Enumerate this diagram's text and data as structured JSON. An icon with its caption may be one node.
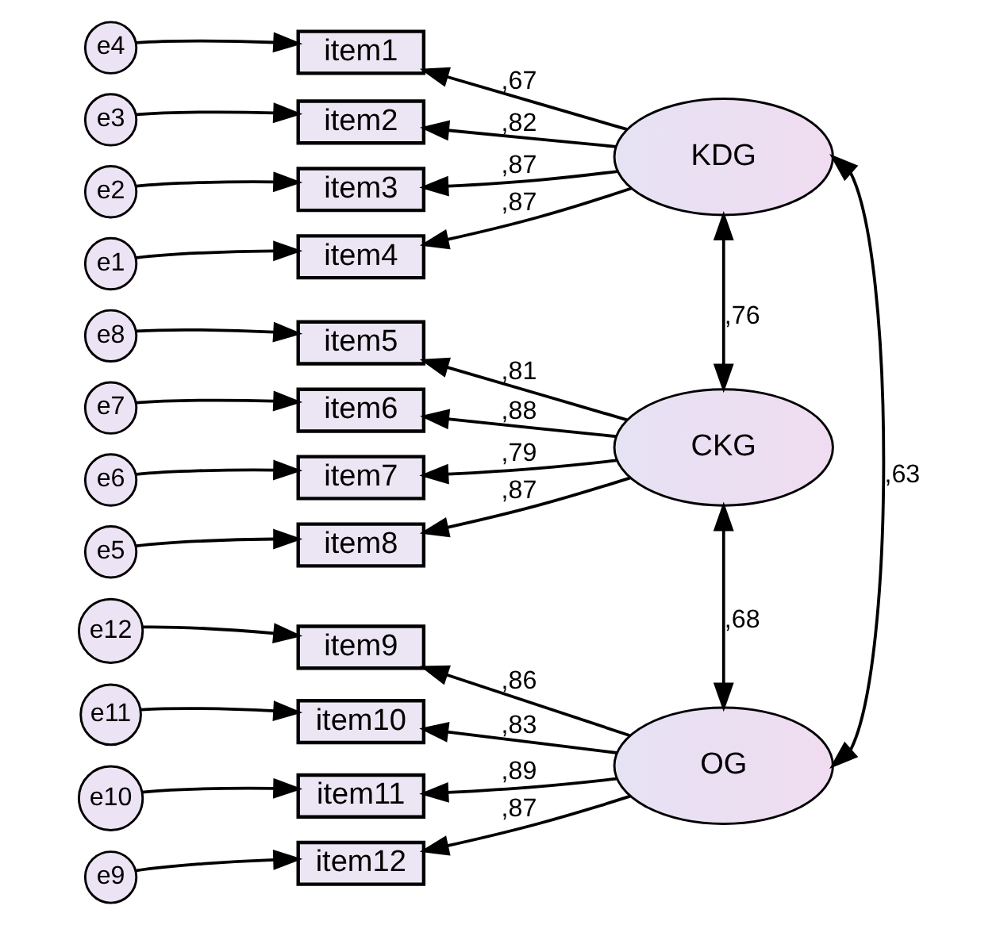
{
  "diagram": {
    "nodes": [
      {
        "text": [
          "e4"
        ]
      },
      {
        "text": [
          "item1"
        ]
      },
      {
        "text": [
          "e3"
        ]
      },
      {
        "text": [
          "item2"
        ]
      },
      {
        "text": [
          "e2"
        ]
      },
      {
        "text": [
          "item3"
        ]
      },
      {
        "text": [
          "e1"
        ]
      },
      {
        "text": [
          "item4"
        ]
      },
      {
        "text": [
          "KDG"
        ]
      },
      {
        "text": [
          "e8"
        ]
      },
      {
        "text": [
          "item5"
        ]
      },
      {
        "text": [
          "e7"
        ]
      },
      {
        "text": [
          "item6"
        ]
      },
      {
        "text": [
          "e6"
        ]
      },
      {
        "text": [
          "item7"
        ]
      },
      {
        "text": [
          "e5"
        ]
      },
      {
        "text": [
          "item8"
        ]
      },
      {
        "text": [
          "CKG"
        ]
      },
      {
        "text": [
          "e12"
        ]
      },
      {
        "text": [
          "item9"
        ]
      },
      {
        "text": [
          "e11"
        ]
      },
      {
        "text": [
          "item10"
        ]
      },
      {
        "text": [
          "e10"
        ]
      },
      {
        "text": [
          "item11"
        ]
      },
      {
        "text": [
          "e9"
        ]
      },
      {
        "text": [
          "item12"
        ]
      },
      {
        "text": [
          "OG"
        ]
      }
    ],
    "edges": [
      {
        "from": 0,
        "to": 1,
        "arrow": "to"
      },
      {
        "from": 2,
        "to": 3,
        "arrow": "to"
      },
      {
        "from": 4,
        "to": 5,
        "arrow": "to"
      },
      {
        "from": 6,
        "to": 7,
        "arrow": "to"
      },
      {
        "from": 8,
        "to": 1,
        "arrow": "to",
        "label": ",67"
      },
      {
        "from": 8,
        "to": 3,
        "arrow": "to",
        "label": ",82"
      },
      {
        "from": 8,
        "to": 5,
        "arrow": "to",
        "label": ",87"
      },
      {
        "from": 8,
        "to": 7,
        "arrow": "to",
        "label": ",87"
      },
      {
        "from": 9,
        "to": 10,
        "arrow": "to"
      },
      {
        "from": 11,
        "to": 12,
        "arrow": "to"
      },
      {
        "from": 13,
        "to": 14,
        "arrow": "to"
      },
      {
        "from": 15,
        "to": 16,
        "arrow": "to"
      },
      {
        "from": 17,
        "to": 10,
        "arrow": "to",
        "label": ",81"
      },
      {
        "from": 17,
        "to": 12,
        "arrow": "to",
        "label": ",88"
      },
      {
        "from": 17,
        "to": 14,
        "arrow": "to",
        "label": ",79"
      },
      {
        "from": 17,
        "to": 16,
        "arrow": "to",
        "label": ",87"
      },
      {
        "from": 18,
        "to": 19,
        "arrow": "to"
      },
      {
        "from": 20,
        "to": 21,
        "arrow": "to"
      },
      {
        "from": 22,
        "to": 23,
        "arrow": "to"
      },
      {
        "from": 24,
        "to": 25,
        "arrow": "to"
      },
      {
        "from": 26,
        "to": 19,
        "arrow": "to",
        "label": ",86"
      },
      {
        "from": 26,
        "to": 21,
        "arrow": "to",
        "label": ",83"
      },
      {
        "from": 26,
        "to": 23,
        "arrow": "to",
        "label": ",89"
      },
      {
        "from": 26,
        "to": 25,
        "arrow": "to",
        "label": ",87"
      },
      {
        "from": 8,
        "to": 17,
        "arrow": "both",
        "label": ",76"
      },
      {
        "from": 17,
        "to": 26,
        "arrow": "both",
        "label": ",68"
      },
      {
        "from": 8,
        "to": 26,
        "arrow": "both",
        "label": ",63"
      }
    ]
  }
}
